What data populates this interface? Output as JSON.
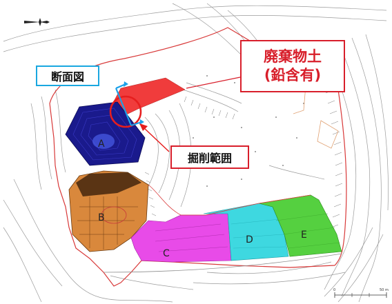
{
  "callouts": {
    "waste_soil_line1": "廃棄物土",
    "waste_soil_line2": "(鉛含有)",
    "cross_section": "断面図",
    "excavation_range": "掘削範囲"
  },
  "zones": [
    {
      "id": "A",
      "label": "A",
      "color": "#1a1a8c"
    },
    {
      "id": "B",
      "label": "B",
      "color": "#d9883c"
    },
    {
      "id": "C",
      "label": "C",
      "color": "#e84be8"
    },
    {
      "id": "D",
      "label": "D",
      "color": "#3ed8e0"
    },
    {
      "id": "E",
      "label": "E",
      "color": "#55d040"
    }
  ],
  "red_strip_color": "#f03c3c",
  "scale_labels": {
    "start": "0",
    "end": "50 m"
  },
  "colors": {
    "callout_red": "#d81e2a",
    "callout_blue": "#19a7e0",
    "boundary": "#d83838",
    "contour": "#8a8a8a"
  },
  "icons": [
    "north-arrow-icon",
    "section-line-icon"
  ]
}
